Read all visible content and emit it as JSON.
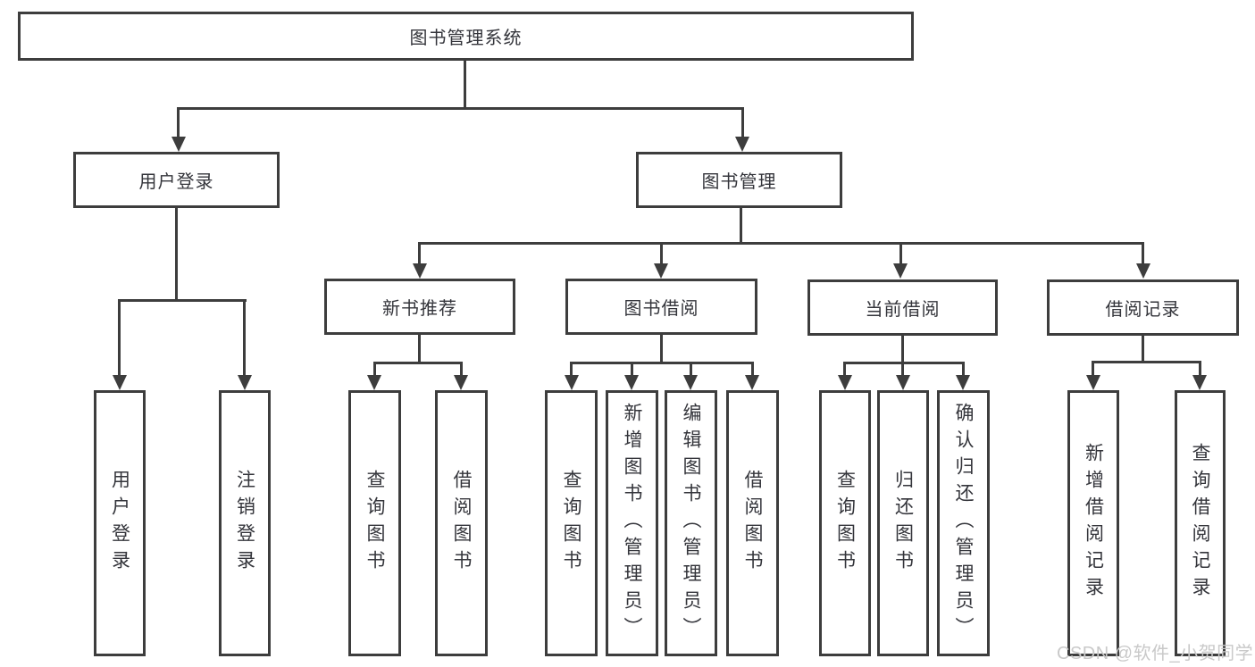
{
  "diagram": {
    "root": {
      "label": "图书管理系统"
    },
    "children": [
      {
        "label": "用户登录",
        "children": [
          {
            "label": "用户登录"
          },
          {
            "label": "注销登录"
          }
        ]
      },
      {
        "label": "图书管理",
        "children": [
          {
            "label": "新书推荐",
            "children": [
              {
                "label": "查询图书"
              },
              {
                "label": "借阅图书"
              }
            ]
          },
          {
            "label": "图书借阅",
            "children": [
              {
                "label": "查询图书"
              },
              {
                "label": "新增图书（管理员）"
              },
              {
                "label": "编辑图书（管理员）"
              },
              {
                "label": "借阅图书"
              }
            ]
          },
          {
            "label": "当前借阅",
            "children": [
              {
                "label": "查询图书"
              },
              {
                "label": "归还图书"
              },
              {
                "label": "确认归还（管理员）"
              }
            ]
          },
          {
            "label": "借阅记录",
            "children": [
              {
                "label": "新增借阅记录"
              },
              {
                "label": "查询借阅记录"
              }
            ]
          }
        ]
      }
    ]
  },
  "watermark": {
    "text": "CSDN @软件_小贺同学"
  },
  "colors": {
    "line": "#3d3d3d",
    "text": "#34353b",
    "watermark": "#c9c9c9",
    "background": "#ffffff"
  }
}
